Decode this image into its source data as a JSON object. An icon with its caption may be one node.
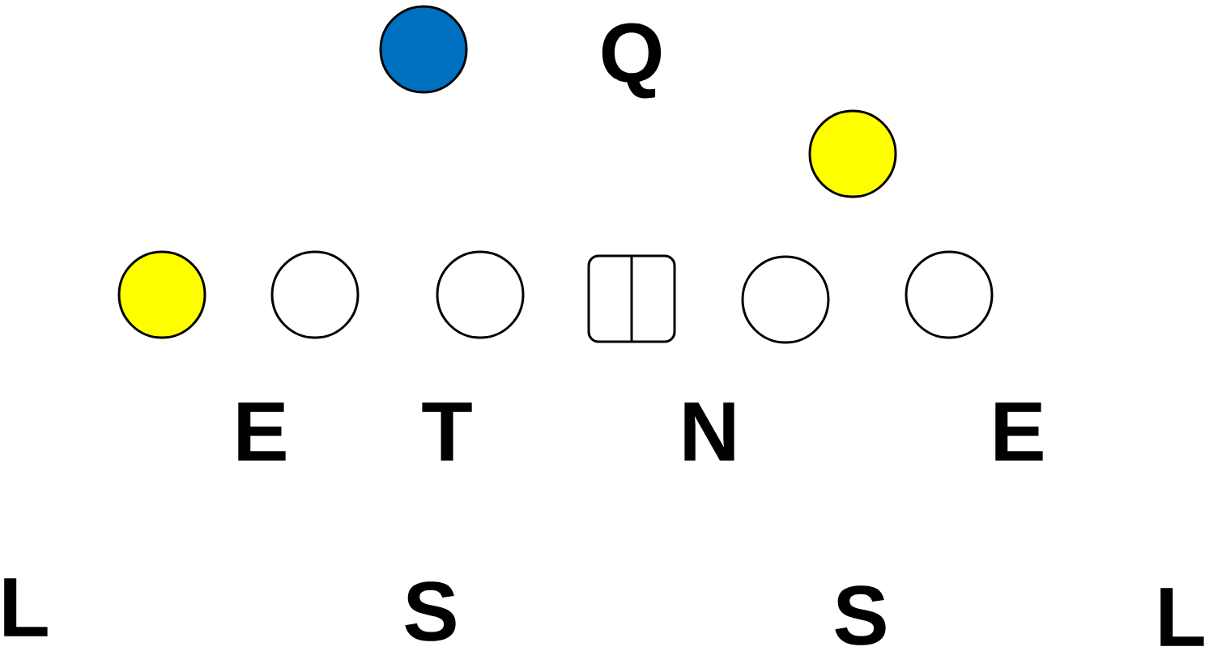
{
  "diagram": {
    "nodes": [
      {
        "text": [],
        "shape": "circle"
      },
      {
        "text": [],
        "shape": "circle"
      },
      {
        "text": [],
        "shape": "circle"
      },
      {
        "text": [],
        "shape": "circle"
      },
      {
        "text": [],
        "shape": "circle"
      },
      {
        "text": [],
        "shape": "box"
      },
      {
        "text": [],
        "shape": "circle"
      },
      {
        "text": [],
        "shape": "circle"
      }
    ],
    "labels": [
      "Q",
      "E",
      "T",
      "N",
      "E",
      "L",
      "S",
      "S",
      "L"
    ]
  }
}
